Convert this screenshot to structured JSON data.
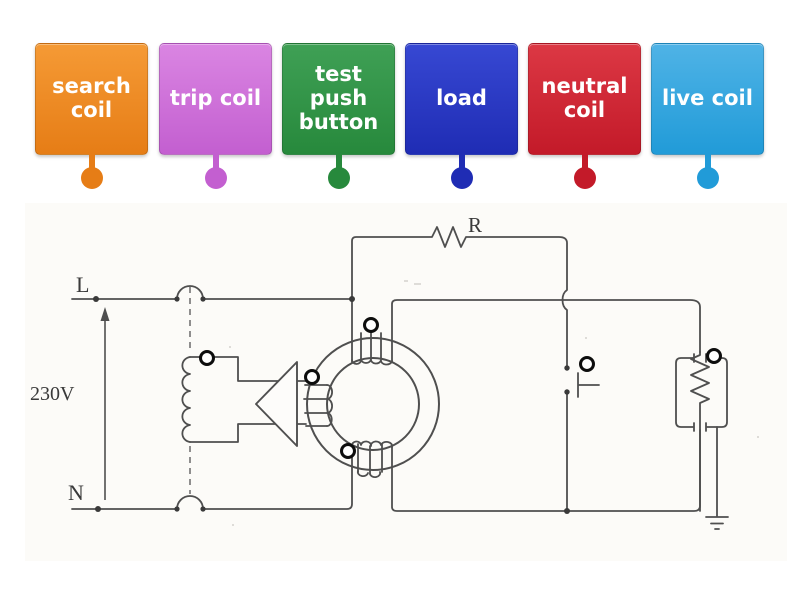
{
  "labels": [
    {
      "text": "search coil",
      "color_top": "#F59A35",
      "color_base": "#E67D16"
    },
    {
      "text": "trip coil",
      "color_top": "#DA85E2",
      "color_base": "#C35FD0"
    },
    {
      "text": "test push button",
      "color_top": "#3FA055",
      "color_base": "#27893C"
    },
    {
      "text": "load",
      "color_top": "#3748D3",
      "color_base": "#1F2CB4"
    },
    {
      "text": "neutral coil",
      "color_top": "#DC3844",
      "color_base": "#C31A29"
    },
    {
      "text": "live coil",
      "color_top": "#4FB3E6",
      "color_base": "#219BD8"
    }
  ],
  "diagram": {
    "live_label": "L",
    "neutral_label": "N",
    "supply_voltage": "230V",
    "resistor_label": "R",
    "line_color": "#4f4f4f",
    "targets": [
      {
        "name": "trip-coil-target"
      },
      {
        "name": "search-coil-target"
      },
      {
        "name": "live-coil-target"
      },
      {
        "name": "neutral-coil-target"
      },
      {
        "name": "test-push-button-target"
      },
      {
        "name": "load-target"
      }
    ]
  }
}
